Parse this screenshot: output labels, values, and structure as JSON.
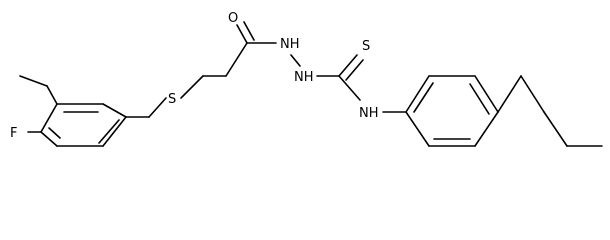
{
  "molecule": {
    "atoms": {
      "fluorine": "F",
      "sulfur_thioether": "S",
      "oxygen_carbonyl": "O",
      "hydrazine_nh_1": "NH",
      "hydrazine_nh_2": "NH",
      "sulfur_thione": "S",
      "amine_nh": "NH"
    }
  }
}
